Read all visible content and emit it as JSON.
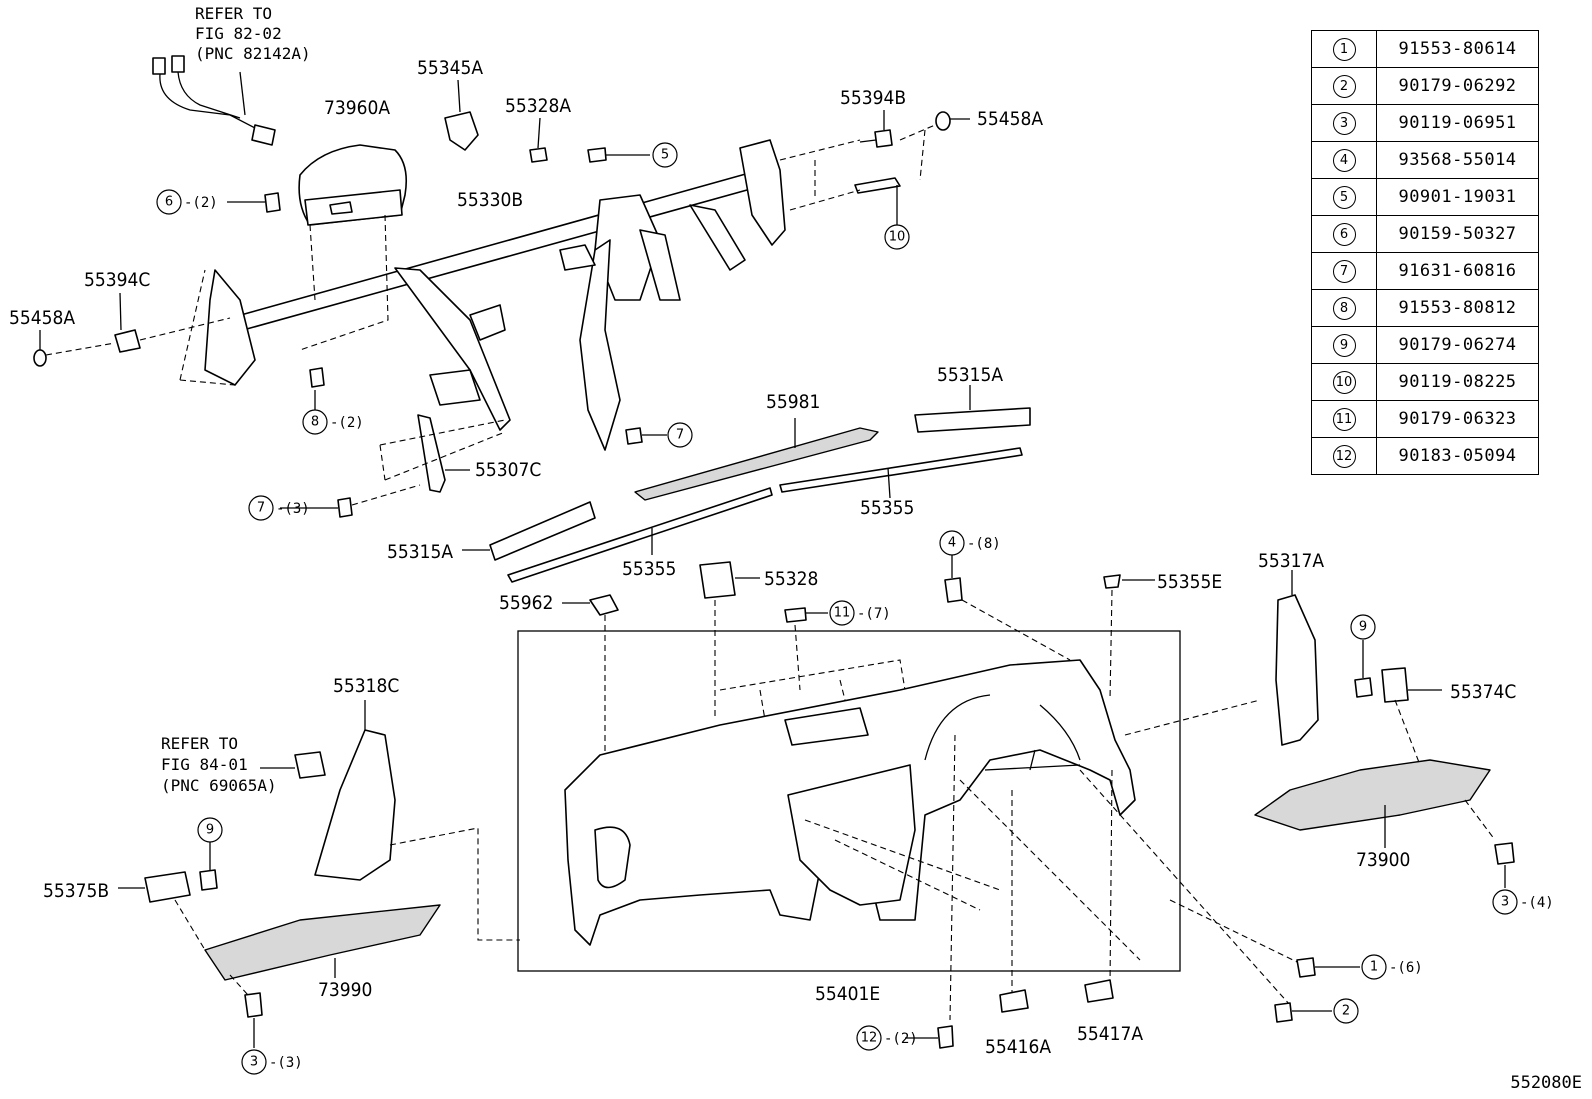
{
  "figure_code": "552080E",
  "reference_table": [
    {
      "num": "1",
      "part": "91553-80614"
    },
    {
      "num": "2",
      "part": "90179-06292"
    },
    {
      "num": "3",
      "part": "90119-06951"
    },
    {
      "num": "4",
      "part": "93568-55014"
    },
    {
      "num": "5",
      "part": "90901-19031"
    },
    {
      "num": "6",
      "part": "90159-50327"
    },
    {
      "num": "7",
      "part": "91631-60816"
    },
    {
      "num": "8",
      "part": "91553-80812"
    },
    {
      "num": "9",
      "part": "90179-06274"
    },
    {
      "num": "10",
      "part": "90119-08225"
    },
    {
      "num": "11",
      "part": "90179-06323"
    },
    {
      "num": "12",
      "part": "90183-05094"
    }
  ],
  "refer_notes": {
    "top": [
      "REFER TO",
      "FIG 82-02",
      "(PNC 82142A)"
    ],
    "left": [
      "REFER TO",
      "FIG 84-01",
      "(PNC 69065A)"
    ]
  },
  "part_labels": {
    "p55345A": "55345A",
    "p73960A": "73960A",
    "p55328A": "55328A",
    "p55394B": "55394B",
    "p55458A_r": "55458A",
    "p55330B": "55330B",
    "p55394C": "55394C",
    "p55458A_l": "55458A",
    "p55315A_r": "55315A",
    "p55981": "55981",
    "p55307C": "55307C",
    "p55355_r": "55355",
    "p55315A_l": "55315A",
    "p55355_l": "55355",
    "p55328": "55328",
    "p55962": "55962",
    "p55355E": "55355E",
    "p55317A": "55317A",
    "p55374C": "55374C",
    "p55318C": "55318C",
    "p73900": "73900",
    "p55375B": "55375B",
    "p73990": "73990",
    "p55401E": "55401E",
    "p55416A": "55416A",
    "p55417A": "55417A"
  },
  "callouts": {
    "c5": {
      "num": "5",
      "qty": ""
    },
    "c6": {
      "num": "6",
      "qty": "-(2)"
    },
    "c10": {
      "num": "10",
      "qty": ""
    },
    "c8": {
      "num": "8",
      "qty": "-(2)"
    },
    "c7a": {
      "num": "7",
      "qty": ""
    },
    "c7b": {
      "num": "7",
      "qty": "-(3)"
    },
    "c4": {
      "num": "4",
      "qty": "-(8)"
    },
    "c11": {
      "num": "11",
      "qty": "-(7)"
    },
    "c9a": {
      "num": "9",
      "qty": ""
    },
    "c9b": {
      "num": "9",
      "qty": ""
    },
    "c3a": {
      "num": "3",
      "qty": "-(4)"
    },
    "c1": {
      "num": "1",
      "qty": "-(6)"
    },
    "c2": {
      "num": "2",
      "qty": ""
    },
    "c12": {
      "num": "12",
      "qty": "-(2)"
    },
    "c3b": {
      "num": "3",
      "qty": "-(3)"
    }
  }
}
